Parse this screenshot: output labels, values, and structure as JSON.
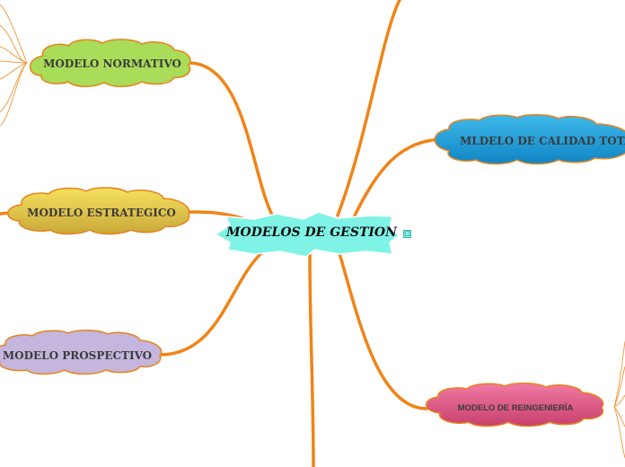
{
  "central": {
    "label": "MODELOS DE GESTION"
  },
  "nodes": {
    "normativo": {
      "label": "MODELO NORMATIVO",
      "color": "#a9dc58"
    },
    "estrategico": {
      "label": "MODELO ESTRATEGICO",
      "color": "#ecd24a"
    },
    "prospectivo": {
      "label": "MODELO PROSPECTIVO",
      "color": "#c4b6dc"
    },
    "calidad": {
      "label": "MLDELO DE CALIDAD TOTAL",
      "color": "#1ea2d8"
    },
    "reingenieria": {
      "label": "MODELO DE REINGENIERÍA",
      "color": "#e25a87"
    }
  },
  "colors": {
    "connector": "#f08418",
    "central": "#7ff3e6",
    "node_border": "#e8821a"
  },
  "icons": {
    "note": "note-icon"
  }
}
